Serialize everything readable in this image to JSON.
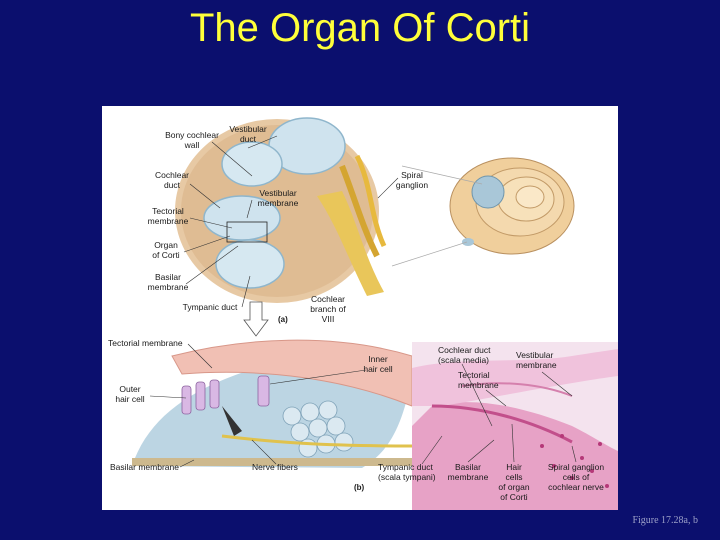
{
  "title": "The Organ Of Corti",
  "caption": "Figure 17.28a, b",
  "panel_a_labels": {
    "bony_cochlear_wall": [
      "Bony cochlear",
      "wall"
    ],
    "vestibular_duct": [
      "Vestibular",
      "duct"
    ],
    "cochlear_duct": [
      "Cochlear",
      "duct"
    ],
    "vestibular_membrane": [
      "Vestibular",
      "membrane"
    ],
    "tectorial_membrane": [
      "Tectorial",
      "membrane"
    ],
    "organ_of_corti": [
      "Organ",
      "of Corti"
    ],
    "basilar_membrane": [
      "Basilar",
      "membrane"
    ],
    "tympanic_duct": "Tympanic duct",
    "spiral_ganglion": [
      "Spiral",
      "ganglion"
    ],
    "cochlear_branch": [
      "Cochlear",
      "branch of",
      "VIII"
    ],
    "panel_letter": "(a)"
  },
  "panel_b_labels": {
    "tectorial_membrane": "Tectorial membrane",
    "inner_hair_cell": [
      "Inner",
      "hair cell"
    ],
    "outer_hair_cell": [
      "Outer",
      "hair cell"
    ],
    "basilar_membrane": "Basilar membrane",
    "nerve_fibers": "Nerve fibers",
    "panel_letter": "(b)"
  },
  "micrograph_labels": {
    "cochlear_duct": [
      "Cochlear duct",
      "(scala media)"
    ],
    "vestibular_membrane": [
      "Vestibular",
      "membrane"
    ],
    "tectorial_membrane": [
      "Tectorial",
      "membrane"
    ],
    "tympanic_duct": [
      "Tympanic duct",
      "(scala tympani)"
    ],
    "basilar_membrane": [
      "Basilar",
      "membrane"
    ],
    "hair_cells": [
      "Hair",
      "cells",
      "of organ",
      "of Corti"
    ],
    "spiral_ganglion_cells": [
      "Spiral ganglion",
      "cells of",
      "cochlear nerve"
    ]
  }
}
